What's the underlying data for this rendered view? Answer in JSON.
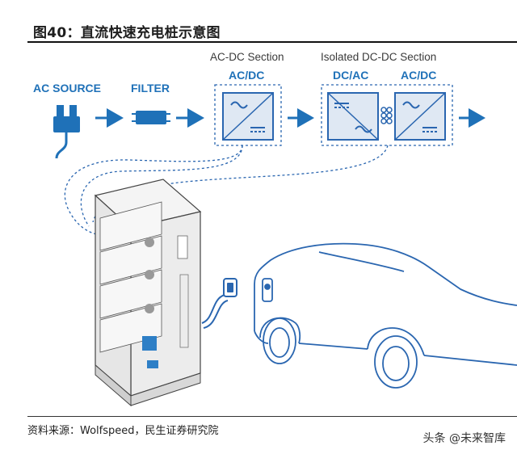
{
  "title": "图40：直流快速充电桩示意图",
  "labels": {
    "ac_source": "AC SOURCE",
    "filter": "FILTER",
    "acdc_section": "AC-DC Section",
    "acdc_1": "AC/DC",
    "isolated_section": "Isolated DC-DC Section",
    "dcac": "DC/AC",
    "acdc_2": "AC/DC"
  },
  "source": "资料来源：Wolfspeed，民生证券研究院",
  "watermark": "头条 @未来智库",
  "colors": {
    "accent": "#1f71b8",
    "line": "#2a66b0",
    "light": "#dfe8f3"
  }
}
